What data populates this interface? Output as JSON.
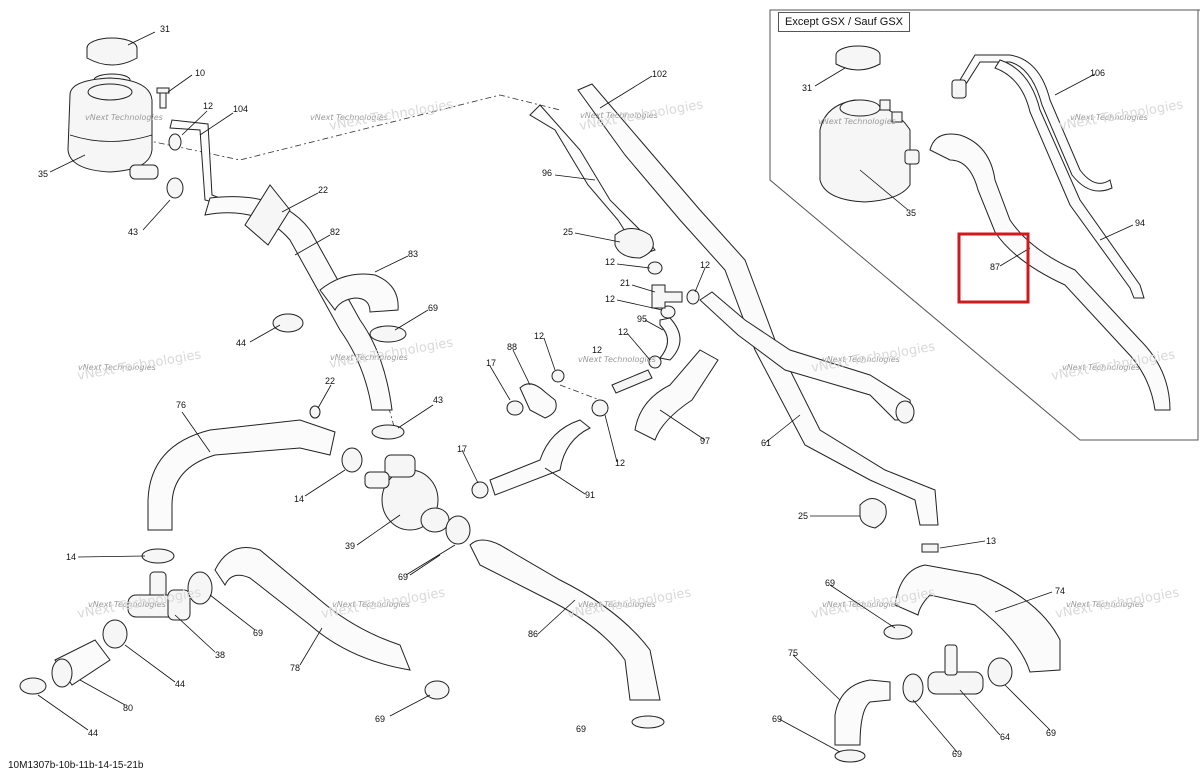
{
  "inset": {
    "label": "Except GSX / Sauf GSX"
  },
  "drawing_id": "10M1307b-10b-11b-14-15-21b",
  "watermark": {
    "small": "vNext Technologies",
    "big": "vNext Technologies"
  },
  "highlight": {
    "target_callout": "87",
    "color": "#d0191d"
  },
  "callouts": [
    {
      "id": "c31a",
      "text": "31"
    },
    {
      "id": "c10",
      "text": "10"
    },
    {
      "id": "c12a",
      "text": "12"
    },
    {
      "id": "c104",
      "text": "104"
    },
    {
      "id": "c35a",
      "text": "35"
    },
    {
      "id": "c22a",
      "text": "22"
    },
    {
      "id": "c43a",
      "text": "43"
    },
    {
      "id": "c82",
      "text": "82"
    },
    {
      "id": "c83",
      "text": "83"
    },
    {
      "id": "c44a",
      "text": "44"
    },
    {
      "id": "c69a",
      "text": "69"
    },
    {
      "id": "c22b",
      "text": "22"
    },
    {
      "id": "c76",
      "text": "76"
    },
    {
      "id": "c43b",
      "text": "43"
    },
    {
      "id": "c14a",
      "text": "14"
    },
    {
      "id": "c39",
      "text": "39"
    },
    {
      "id": "c14b",
      "text": "14"
    },
    {
      "id": "c69b",
      "text": "69"
    },
    {
      "id": "c38",
      "text": "38"
    },
    {
      "id": "c69c",
      "text": "69"
    },
    {
      "id": "c44b",
      "text": "44"
    },
    {
      "id": "c78",
      "text": "78"
    },
    {
      "id": "c80",
      "text": "80"
    },
    {
      "id": "c44c",
      "text": "44"
    },
    {
      "id": "c69d",
      "text": "69"
    },
    {
      "id": "c102",
      "text": "102"
    },
    {
      "id": "c96",
      "text": "96"
    },
    {
      "id": "c25a",
      "text": "25"
    },
    {
      "id": "c12b",
      "text": "12"
    },
    {
      "id": "c21",
      "text": "21"
    },
    {
      "id": "c12c",
      "text": "12"
    },
    {
      "id": "c12d",
      "text": "12"
    },
    {
      "id": "c95",
      "text": "95"
    },
    {
      "id": "c12e",
      "text": "12"
    },
    {
      "id": "c88",
      "text": "88"
    },
    {
      "id": "c12f",
      "text": "12"
    },
    {
      "id": "c17a",
      "text": "17"
    },
    {
      "id": "c12g",
      "text": "12"
    },
    {
      "id": "c97",
      "text": "97"
    },
    {
      "id": "c61",
      "text": "61"
    },
    {
      "id": "c17b",
      "text": "17"
    },
    {
      "id": "c12h",
      "text": "12"
    },
    {
      "id": "c91",
      "text": "91"
    },
    {
      "id": "c86",
      "text": "86"
    },
    {
      "id": "c69e",
      "text": "69"
    },
    {
      "id": "c25b",
      "text": "25"
    },
    {
      "id": "c13",
      "text": "13"
    },
    {
      "id": "c69f",
      "text": "69"
    },
    {
      "id": "c74",
      "text": "74"
    },
    {
      "id": "c75",
      "text": "75"
    },
    {
      "id": "c69g",
      "text": "69"
    },
    {
      "id": "c69h",
      "text": "69"
    },
    {
      "id": "c64",
      "text": "64"
    },
    {
      "id": "c69i",
      "text": "69"
    },
    {
      "id": "c31b",
      "text": "31"
    },
    {
      "id": "c106",
      "text": "106"
    },
    {
      "id": "c35b",
      "text": "35"
    },
    {
      "id": "c94",
      "text": "94"
    },
    {
      "id": "c87",
      "text": "87"
    }
  ]
}
